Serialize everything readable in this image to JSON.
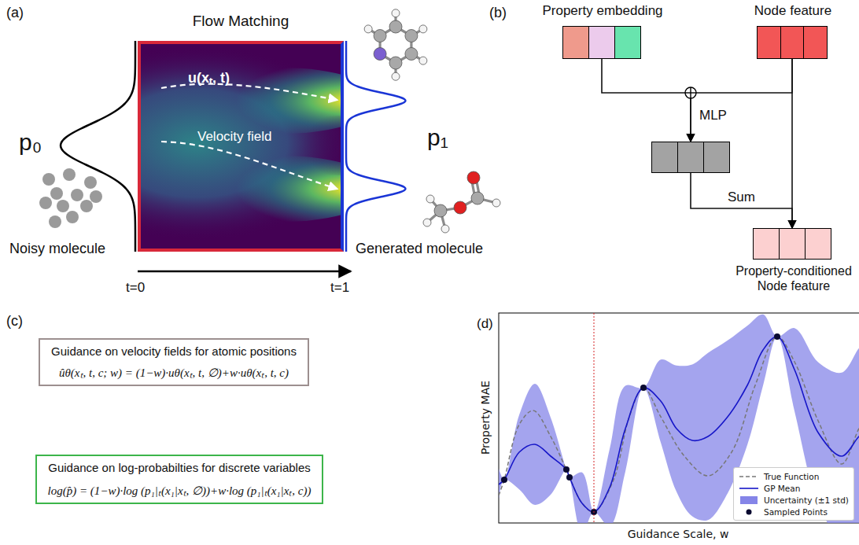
{
  "diagram": {
    "nodes": [
      {
        "text": [
          "Flow Matching",
          "u(xₜ, t)",
          "Velocity field"
        ]
      },
      {
        "text": [
          "Property embedding"
        ]
      },
      {
        "text": [
          "Node feature"
        ]
      },
      {
        "text": [
          "MLP"
        ]
      },
      {
        "text": [
          "Property-conditioned Node feature"
        ]
      },
      {
        "text": [
          "Guidance on velocity fields for atomic positions",
          "ûθ(xₜ, t, c; w) = (1−w)·uθ(xₜ, t, ∅)+w·uθ(xₜ, t, c)"
        ]
      },
      {
        "text": [
          "Guidance on log-probabilties for discrete variables",
          "log(p̂) = (1−w)·log (p₁|ₜ(x₁|xₜ, ∅))+w·log (p₁|ₜ(x₁|xₜ, c))"
        ]
      }
    ],
    "edges": [
      {
        "from": 1,
        "to": 3,
        "arrow": "to"
      },
      {
        "from": 2,
        "to": 3,
        "arrow": "to"
      },
      {
        "from": 3,
        "to": 4,
        "label": "Sum",
        "arrow": "to"
      },
      {
        "from": 2,
        "to": 4,
        "arrow": "to"
      }
    ],
    "labels": [
      "(a)",
      "p₀",
      "Noisy molecule",
      "p₁",
      "Generated molecule",
      "t=0",
      "t=1",
      "(b)",
      "(c)",
      "(d)",
      "Property MAE",
      "Guidance Scale, w"
    ],
    "legend": [
      {
        "text": "True Function"
      },
      {
        "text": "GP Mean"
      },
      {
        "text": "Uncertainty (±1 std)",
        "color": "#8585e8"
      },
      {
        "text": "Sampled Points"
      }
    ]
  }
}
